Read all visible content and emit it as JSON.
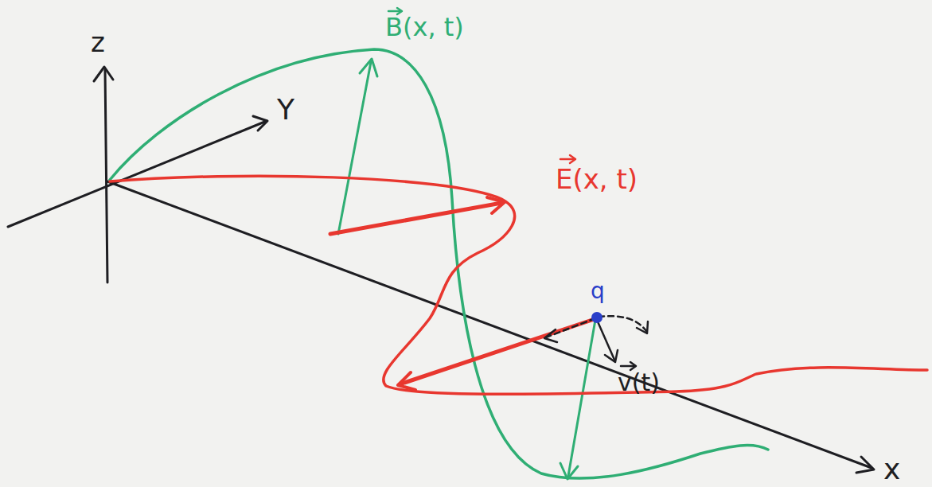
{
  "diagram": {
    "labels": [
      "z",
      "Y",
      "x",
      "B(x, t)",
      "E(x, t)",
      "q",
      "v(t)"
    ]
  }
}
